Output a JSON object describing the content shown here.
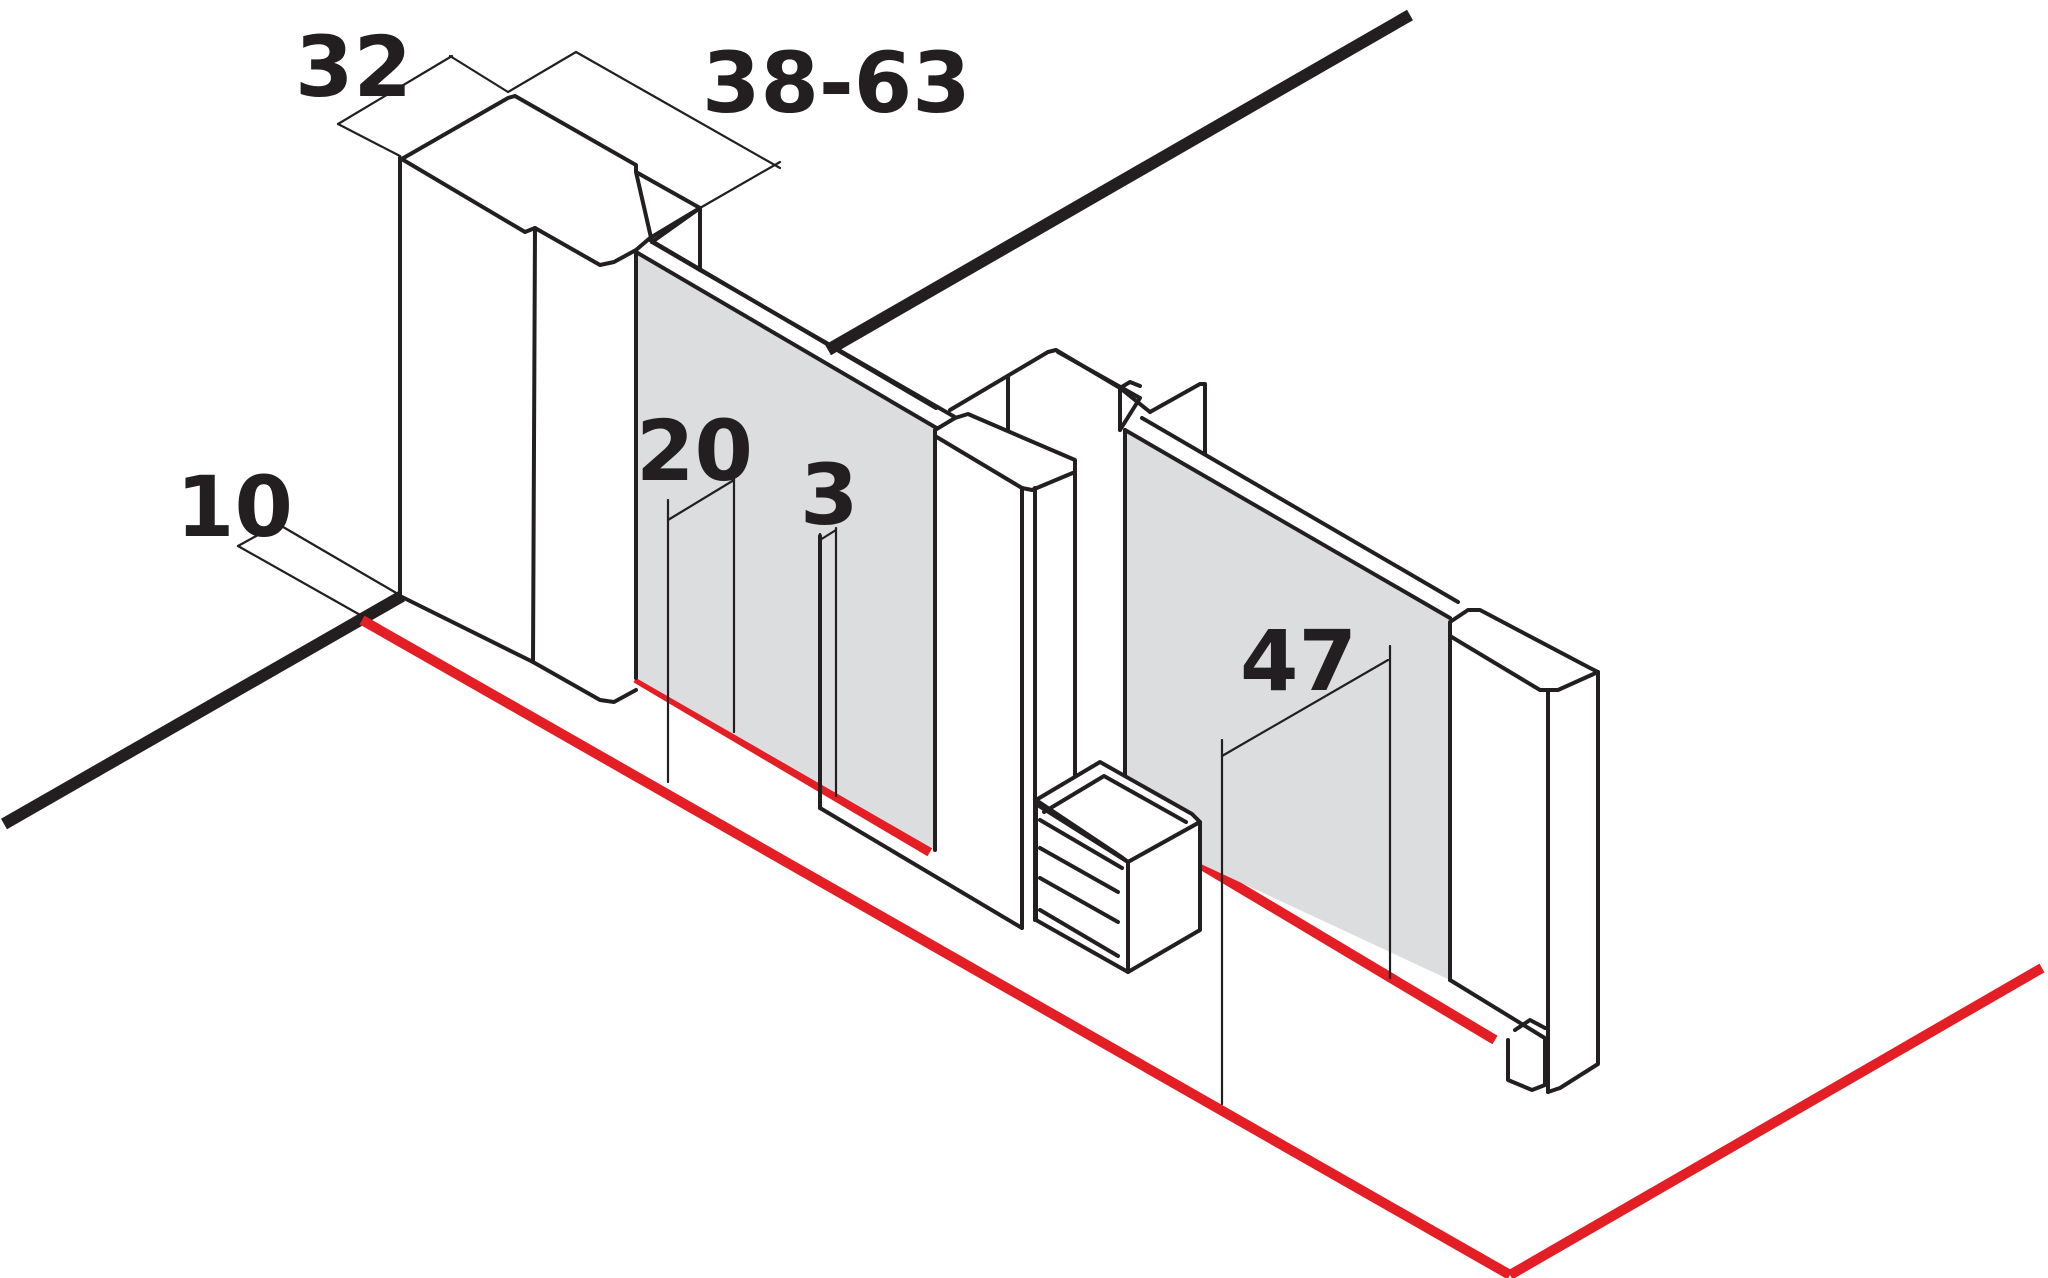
{
  "dimensions": {
    "profile_depth": "32",
    "wall_adjust_range": "38-63",
    "wall_offset": "10",
    "glass_inset": "20",
    "glass_gap": "3",
    "door_offset": "47"
  },
  "colors": {
    "line": "#231f20",
    "floor_line": "#e31e24",
    "glass": "#dcdddf",
    "background": "#ffffff"
  }
}
